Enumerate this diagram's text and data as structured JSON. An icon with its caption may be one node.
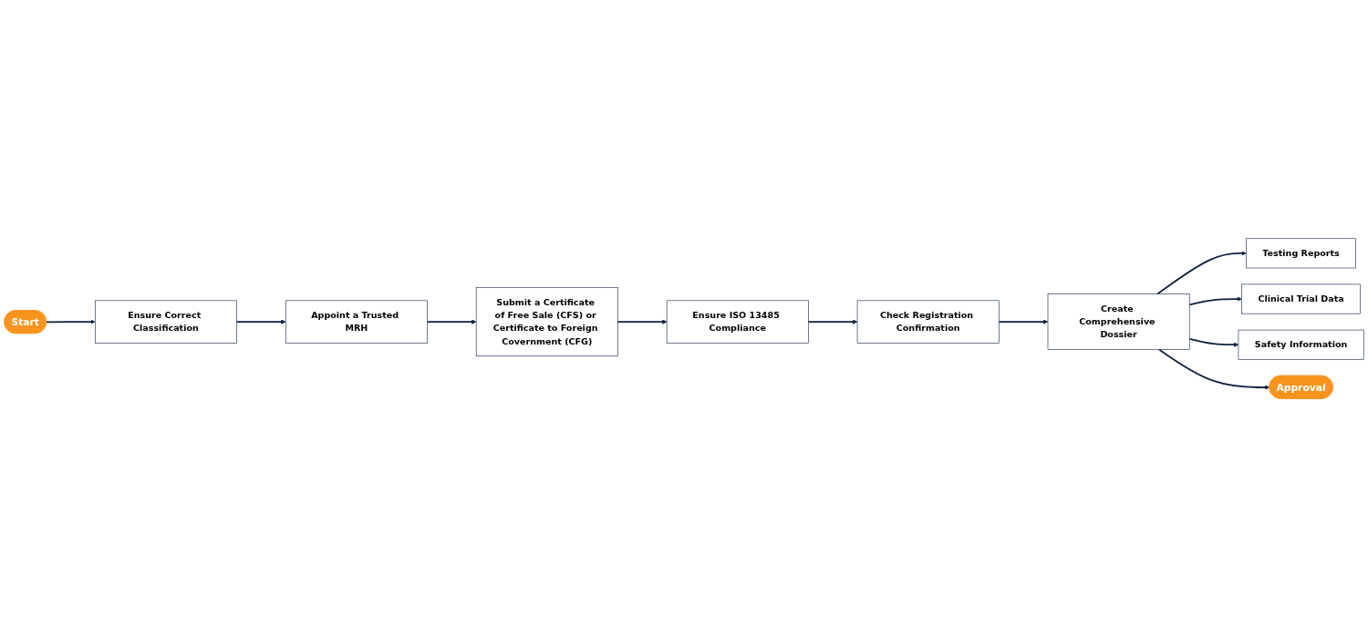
{
  "diagram": {
    "nodes": [
      {
        "text": [
          "Start"
        ]
      },
      {
        "text": [
          "Ensure Correct Classification"
        ]
      },
      {
        "text": [
          "Appoint a Trusted MRH"
        ]
      },
      {
        "text": [
          "Submit a Certificate of Free Sale (CFS) or Certificate to Foreign Covernment (CFG)"
        ]
      },
      {
        "text": [
          "Ensure ISO 13485 Compliance"
        ]
      },
      {
        "text": [
          "Check Registration Confirmation"
        ]
      },
      {
        "text": [
          "Create Comprehensive Dossier"
        ]
      },
      {
        "text": [
          "Testing Reports"
        ]
      },
      {
        "text": [
          "Clinical Trial Data"
        ]
      },
      {
        "text": [
          "Safety Information"
        ]
      },
      {
        "text": [
          "Approval"
        ]
      }
    ],
    "edges": [
      {
        "from": 0,
        "to": 1,
        "arrow": "to"
      },
      {
        "from": 1,
        "to": 2,
        "arrow": "to"
      },
      {
        "from": 2,
        "to": 3,
        "arrow": "to"
      },
      {
        "from": 3,
        "to": 4,
        "arrow": "to"
      },
      {
        "from": 4,
        "to": 5,
        "arrow": "to"
      },
      {
        "from": 5,
        "to": 6,
        "arrow": "to"
      },
      {
        "from": 6,
        "to": 7,
        "arrow": "to"
      },
      {
        "from": 6,
        "to": 8,
        "arrow": "to"
      },
      {
        "from": 6,
        "to": 9,
        "arrow": "to"
      },
      {
        "from": 6,
        "to": 10,
        "arrow": "to"
      }
    ]
  }
}
